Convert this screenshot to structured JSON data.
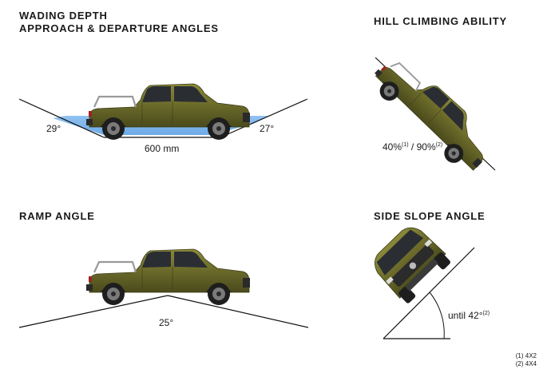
{
  "panels": {
    "wading": {
      "title_line1": "WADING DEPTH",
      "title_line2": "APPROACH & DEPARTURE ANGLES",
      "approach_angle": "29°",
      "departure_angle": "27°",
      "depth": "600 mm"
    },
    "hill": {
      "title": "HILL CLIMBING ABILITY",
      "value_4x2": "40%",
      "note_4x2": "(1)",
      "separator": " / ",
      "value_4x4": "90%",
      "note_4x4": "(2)"
    },
    "ramp": {
      "title": "RAMP ANGLE",
      "angle": "25°"
    },
    "side": {
      "title": "SIDE SLOPE ANGLE",
      "prefix": "until ",
      "angle": "42°",
      "note": "(2)"
    }
  },
  "footnotes": [
    "(1) 4X2",
    "(2) 4X4"
  ],
  "colors": {
    "body": "#6b6a2a",
    "body_dark": "#4a4a1c",
    "water": "#3d8fe0",
    "tire": "#1e1e1e"
  }
}
